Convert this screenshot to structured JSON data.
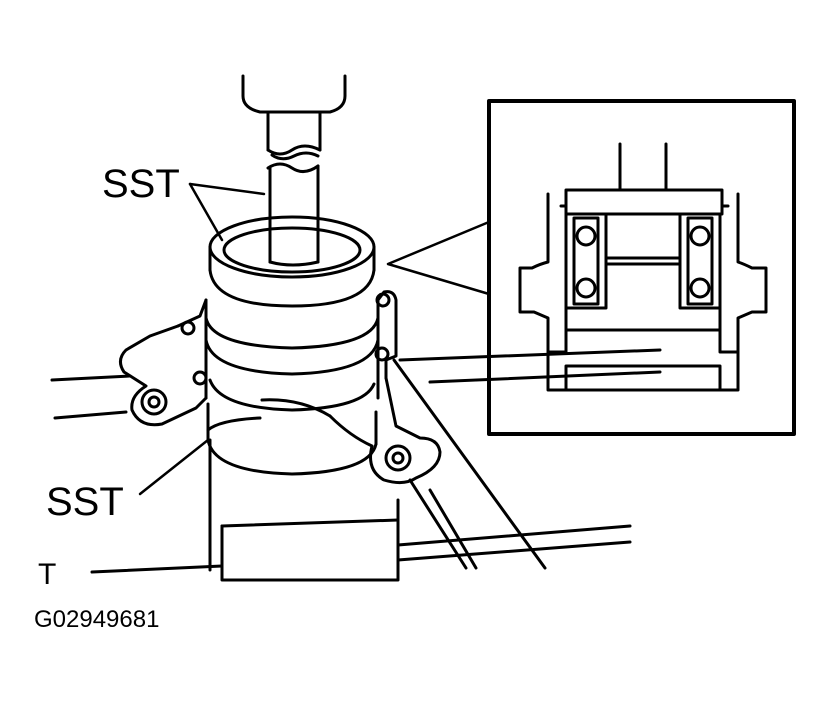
{
  "labels": {
    "sst_top": "SST",
    "sst_bottom": "SST",
    "t_mark": "T",
    "figure_code": "G02949681"
  },
  "colors": {
    "line": "#000000",
    "background": "#ffffff"
  }
}
